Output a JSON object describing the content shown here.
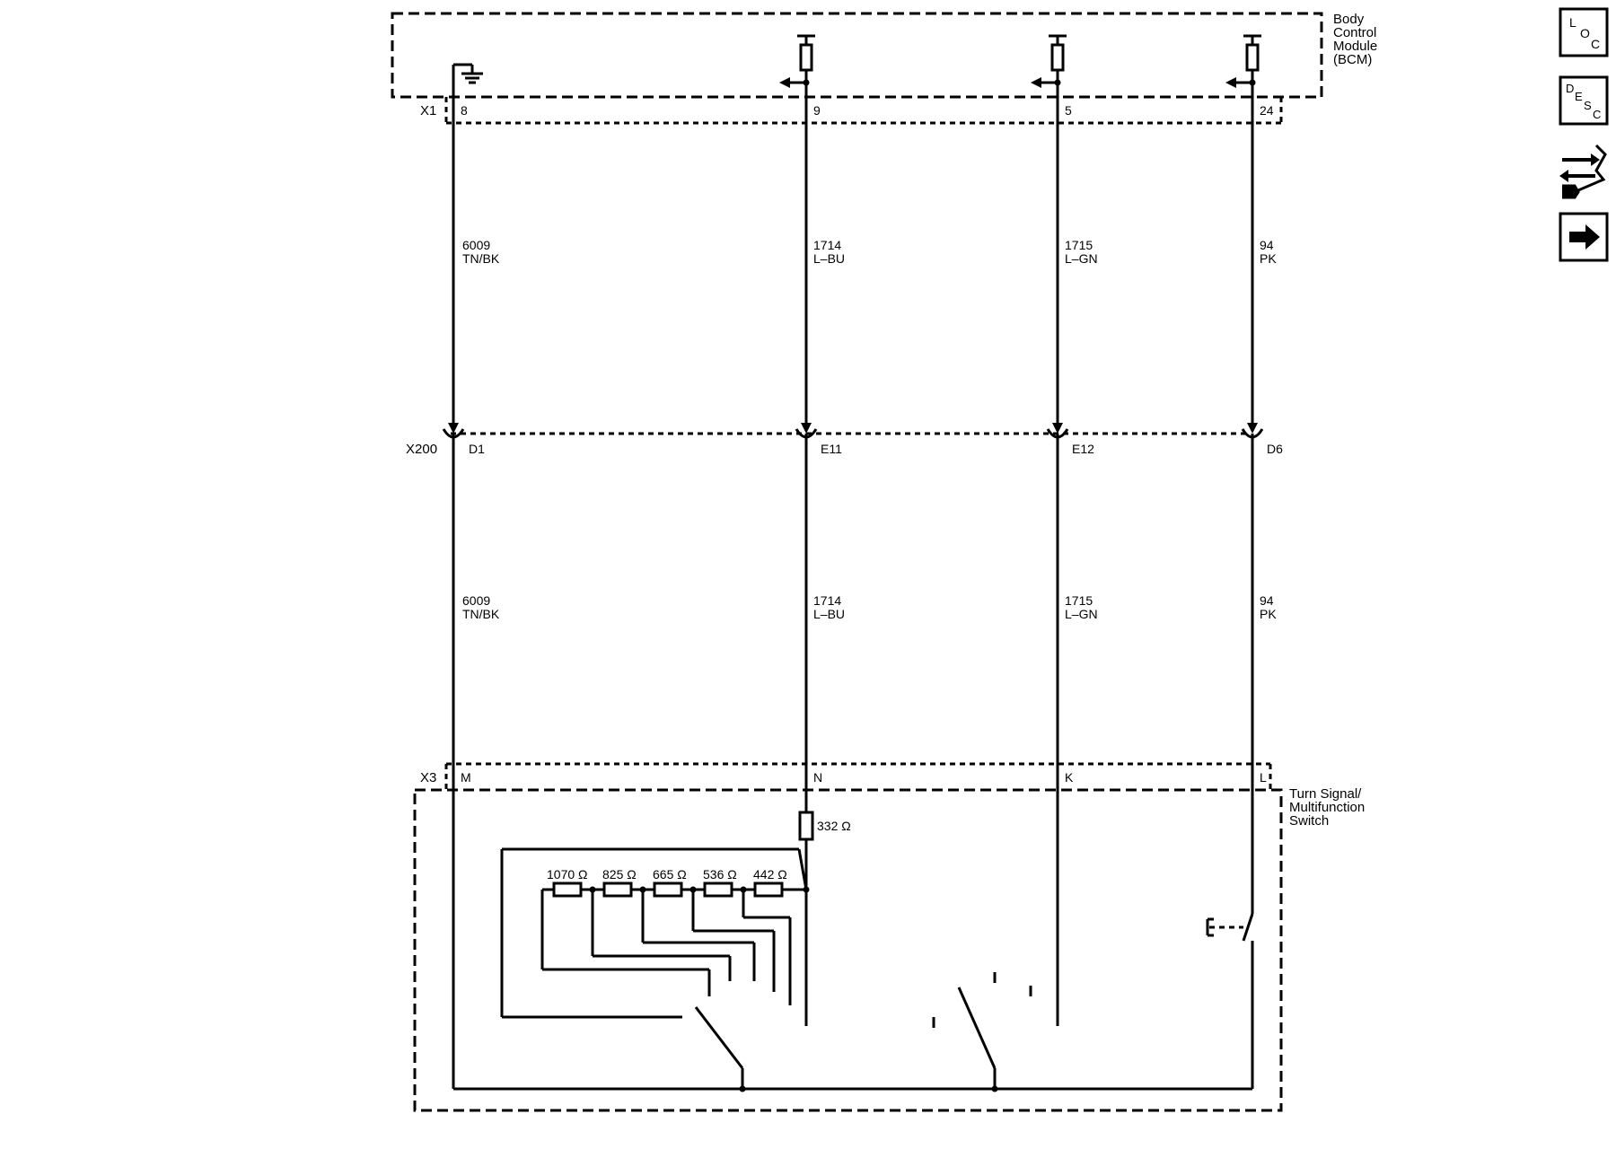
{
  "modules": {
    "bcm": {
      "name_lines": [
        "Body",
        "Control",
        "Module",
        "(BCM)"
      ]
    },
    "switch": {
      "name_lines": [
        "Turn Signal/",
        "Multifunction",
        "Switch"
      ]
    }
  },
  "connectors": {
    "x1": {
      "label": "X1",
      "pins": [
        "8",
        "9",
        "5",
        "24"
      ]
    },
    "x200": {
      "label": "X200",
      "pins": [
        "D1",
        "E11",
        "E12",
        "D6"
      ]
    },
    "x3": {
      "label": "X3",
      "pins": [
        "M",
        "N",
        "K",
        "L"
      ]
    }
  },
  "circuits": [
    {
      "number": "6009",
      "color": "TN/BK"
    },
    {
      "number": "1714",
      "color": "L–BU"
    },
    {
      "number": "1715",
      "color": "L–GN"
    },
    {
      "number": "94",
      "color": "PK"
    }
  ],
  "resistors": {
    "series": "332 Ω",
    "ladder": [
      "1070 Ω",
      "825 Ω",
      "665 Ω",
      "536 Ω",
      "442 Ω"
    ]
  },
  "sidebar": {
    "loc_icon": "loc-icon",
    "desc_icon": "desc-icon",
    "connector_icon": "connector-end-view-icon",
    "next_icon": "right-arrow-icon"
  }
}
